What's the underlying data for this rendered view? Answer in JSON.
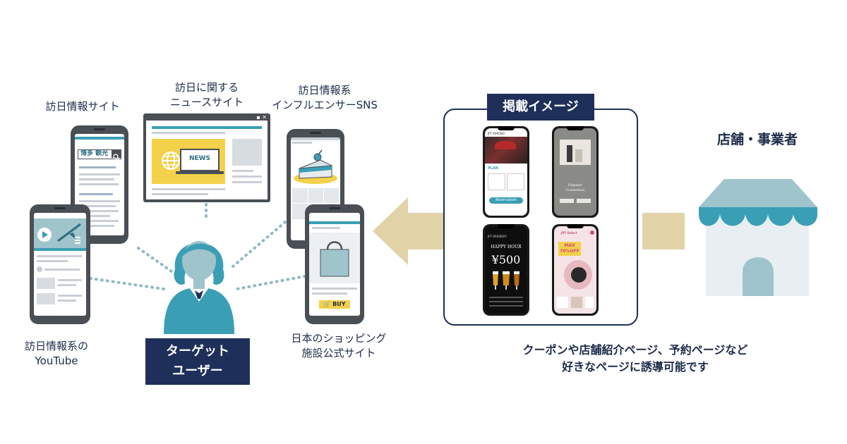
{
  "labels": {
    "info_site": "訪日情報サイト",
    "news_site_line1": "訪日に関する",
    "news_site_line2": "ニュースサイト",
    "sns_line1": "訪日情報系",
    "sns_line2": "インフルエンサーSNS",
    "youtube_line1": "訪日情報系の",
    "youtube_line2": "YouTube",
    "shopping_line1": "日本のショッピング",
    "shopping_line2": "施設公式サイト",
    "target_line1": "ターゲット",
    "target_line2": "ユーザー",
    "listing_title": "掲載イメージ",
    "store_title": "店舗・事業者",
    "caption_line1": "クーポンや店舗紹介ページ、予約ページなど",
    "caption_line2": "好きなページに誘導可能です"
  },
  "screens": {
    "search_text": "博多 観光",
    "news_text": "NEWS",
    "buy_text": "BUY",
    "kimono_header": "JPT KIMONO",
    "kimono_plan": "PLAN",
    "kimono_button": "Reservation",
    "cosme_name_line1": "Organic",
    "cosme_name_line2": "Cosmetics",
    "brewery_header": "JPT BREWERY",
    "brewery_happy": "HAPPY HOUR",
    "brewery_price": "¥500",
    "select_header": "JPT Select",
    "select_max": "MAX",
    "select_off": "70%OFF"
  },
  "colors": {
    "navy": "#1e2f5a",
    "teal": "#3a9fb4",
    "light_teal": "#9fc4cc",
    "arrow_tan": "#e2d2a8",
    "yellow": "#f3d14b"
  }
}
